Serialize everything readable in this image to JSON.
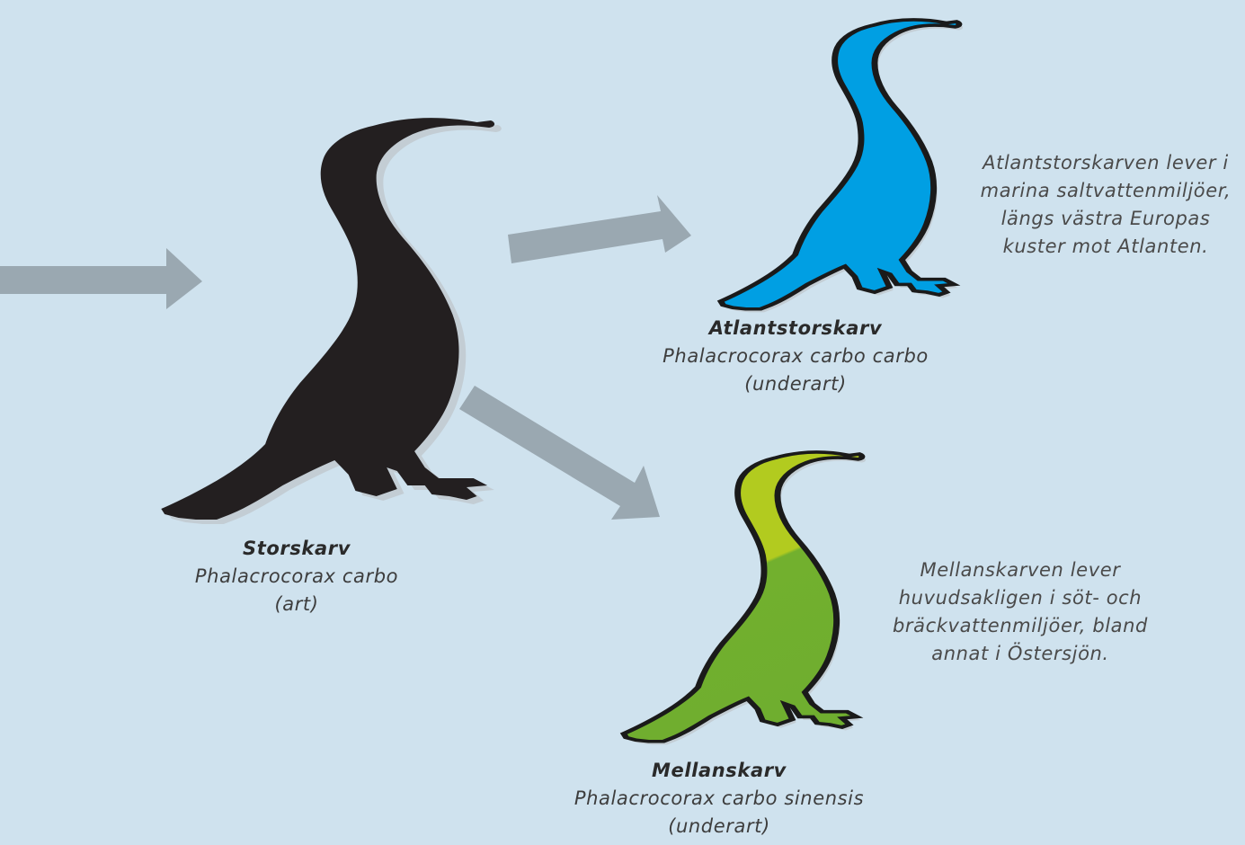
{
  "colors": {
    "background": "#cfe2ee",
    "arrow": "#9aa8b1",
    "species_fill": "#231f20",
    "atlantic_fill": "#009fe3",
    "middle_fill_top": "#b2cb1f",
    "middle_fill_bottom": "#6fae2f"
  },
  "species": {
    "name": "Storskarv",
    "latin": "Phalacrocorax carbo",
    "rank": "(art)"
  },
  "atlantic": {
    "name": "Atlantstorskarv",
    "latin": "Phalacrocorax carbo carbo",
    "rank": "(underart)",
    "description_lines": [
      "Atlantstorskarven lever i",
      "marina saltvattenmiljöer,",
      "längs västra Europas",
      "kuster mot Atlanten."
    ]
  },
  "middle": {
    "name": "Mellanskarv",
    "latin": "Phalacrocorax carbo sinensis",
    "rank": "(underart)",
    "description_lines": [
      "Mellanskarven lever",
      "huvudsakligen i söt- och",
      "bräckvattenmiljöer, bland",
      "annat i Östersjön."
    ]
  }
}
